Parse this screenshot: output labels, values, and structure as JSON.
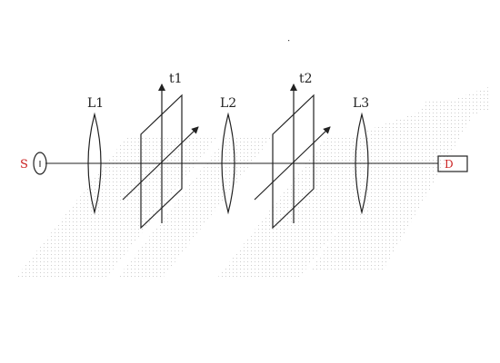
{
  "diagram": {
    "source_label": "S",
    "detector_label": "D",
    "lenses": [
      {
        "label": "L1"
      },
      {
        "label": "L2"
      },
      {
        "label": "L3"
      }
    ],
    "planes": [
      {
        "label": "t1"
      },
      {
        "label": "t2"
      }
    ],
    "colors": {
      "line": "#222222",
      "label_red": "#cc2222",
      "dots": "#c8c8c8"
    }
  }
}
